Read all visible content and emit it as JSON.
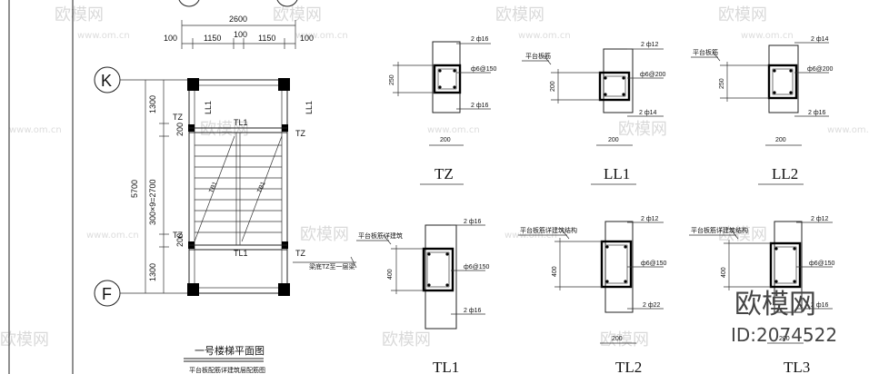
{
  "plan": {
    "axis_k": "K",
    "axis_f": "F",
    "dim_total_width": "2600",
    "dim_100_left": "100",
    "dim_1150_left": "1150",
    "dim_100_mid": "100",
    "dim_1150_right": "1150",
    "dim_100_right": "100",
    "dim_5700": "5700",
    "dim_1300_top": "1300",
    "dim_200_top": "200",
    "dim_run": "300×9=2700",
    "dim_200_bottom": "200",
    "dim_1300_bottom": "1300",
    "tl1_top": "TL1",
    "tl1_bottom": "TL1",
    "tz_labels": [
      "TZ",
      "TZ",
      "TZ",
      "TZ"
    ],
    "ll1_left": "LL1",
    "ll1_right": "LL1",
    "tb1_left": "TB1",
    "tb1_right": "TB1",
    "note_tz": "梁底TZ至一层梁",
    "title": "一号楼梯平面图",
    "subtitle": "平台板配筋详建筑层配筋图"
  },
  "sections": {
    "tz": {
      "name": "TZ",
      "top_bar": "2 ф16",
      "stirrup": "ф6@150",
      "bottom_bar": "2 ф16",
      "height": "250",
      "width": "200"
    },
    "ll1": {
      "name": "LL1",
      "top_bar": "2 ф12",
      "stirrup": "ф6@200",
      "bottom_bar": "2 ф14",
      "height": "200",
      "width": "200",
      "note": "平台板筋"
    },
    "ll2": {
      "name": "LL2",
      "top_bar": "2 ф14",
      "stirrup": "ф6@200",
      "bottom_bar": "2 ф16",
      "height": "250",
      "width": "200",
      "note": "平台板筋"
    },
    "tl1": {
      "name": "TL1",
      "top_bar": "2 ф16",
      "stirrup": "ф6@150",
      "bottom_bar": "2 ф16",
      "height": "400",
      "note": "平台板筋详建筑"
    },
    "tl2": {
      "name": "TL2",
      "top_bar": "2 ф12",
      "stirrup": "ф6@150",
      "bottom_bar": "2 ф22",
      "height": "400",
      "width": "200",
      "note": "平台板筋详建筑结构"
    },
    "tl3": {
      "name": "TL3",
      "top_bar": "2 ф12",
      "stirrup": "ф6@150",
      "bottom_bar": "2 ф16",
      "height": "400",
      "width": "200",
      "note": "平台板筋详建筑结构"
    }
  },
  "watermark": {
    "brand": "欧模网",
    "url": "www.om.cn",
    "id": "ID:2074522"
  }
}
